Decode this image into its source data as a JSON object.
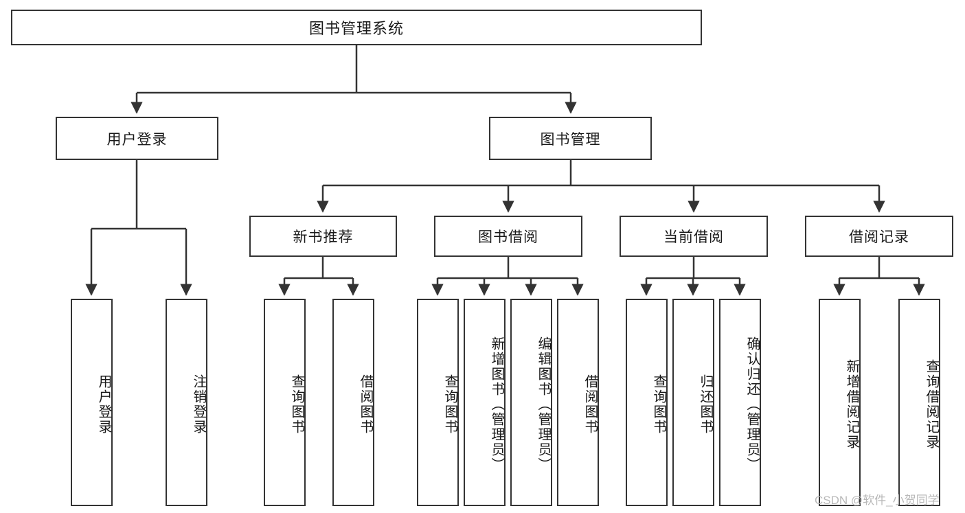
{
  "diagram": {
    "type": "tree",
    "title": "图书管理系统",
    "orientation": "top-down",
    "colors": {
      "box_border": "#333333",
      "box_fill": "#ffffff",
      "edge": "#333333",
      "text": "#1a1a1a",
      "watermark": "#b9b9b9",
      "background": "#ffffff"
    },
    "watermark": "CSDN @软件_小贺同学",
    "levels": {
      "root": "图书管理系统",
      "level2": [
        "用户登录",
        "图书管理"
      ],
      "level3": [
        "新书推荐",
        "图书借阅",
        "当前借阅",
        "借阅记录"
      ]
    },
    "nodes": {
      "root": {
        "label": "图书管理系统"
      },
      "user_login": {
        "label": "用户登录"
      },
      "book_manage": {
        "label": "图书管理"
      },
      "new_book_rec": {
        "label": "新书推荐"
      },
      "book_borrow": {
        "label": "图书借阅"
      },
      "current_borrow": {
        "label": "当前借阅"
      },
      "borrow_record": {
        "label": "借阅记录"
      },
      "leaf_user_login": {
        "label": "用户登录"
      },
      "leaf_logout": {
        "label": "注销登录"
      },
      "leaf_query_book_1": {
        "label": "查询图书"
      },
      "leaf_borrow_book_1": {
        "label": "借阅图书"
      },
      "leaf_query_book_2": {
        "label": "查询图书"
      },
      "leaf_add_book": {
        "label": "新增图书（管理员）"
      },
      "leaf_edit_book": {
        "label": "编辑图书（管理员）"
      },
      "leaf_borrow_book_2": {
        "label": "借阅图书"
      },
      "leaf_query_book_3": {
        "label": "查询图书"
      },
      "leaf_return_book": {
        "label": "归还图书"
      },
      "leaf_confirm_return": {
        "label": "确认归还（管理员）"
      },
      "leaf_add_record": {
        "label": "新增借阅记录"
      },
      "leaf_query_record": {
        "label": "查询借阅记录"
      }
    },
    "edges": [
      {
        "from": "root",
        "to": "user_login"
      },
      {
        "from": "root",
        "to": "book_manage"
      },
      {
        "from": "user_login",
        "to": "leaf_user_login"
      },
      {
        "from": "user_login",
        "to": "leaf_logout"
      },
      {
        "from": "book_manage",
        "to": "new_book_rec"
      },
      {
        "from": "book_manage",
        "to": "book_borrow"
      },
      {
        "from": "book_manage",
        "to": "current_borrow"
      },
      {
        "from": "book_manage",
        "to": "borrow_record"
      },
      {
        "from": "new_book_rec",
        "to": "leaf_query_book_1"
      },
      {
        "from": "new_book_rec",
        "to": "leaf_borrow_book_1"
      },
      {
        "from": "book_borrow",
        "to": "leaf_query_book_2"
      },
      {
        "from": "book_borrow",
        "to": "leaf_add_book"
      },
      {
        "from": "book_borrow",
        "to": "leaf_edit_book"
      },
      {
        "from": "book_borrow",
        "to": "leaf_borrow_book_2"
      },
      {
        "from": "current_borrow",
        "to": "leaf_query_book_3"
      },
      {
        "from": "current_borrow",
        "to": "leaf_return_book"
      },
      {
        "from": "current_borrow",
        "to": "leaf_confirm_return"
      },
      {
        "from": "borrow_record",
        "to": "leaf_add_record"
      },
      {
        "from": "borrow_record",
        "to": "leaf_query_record"
      }
    ]
  }
}
